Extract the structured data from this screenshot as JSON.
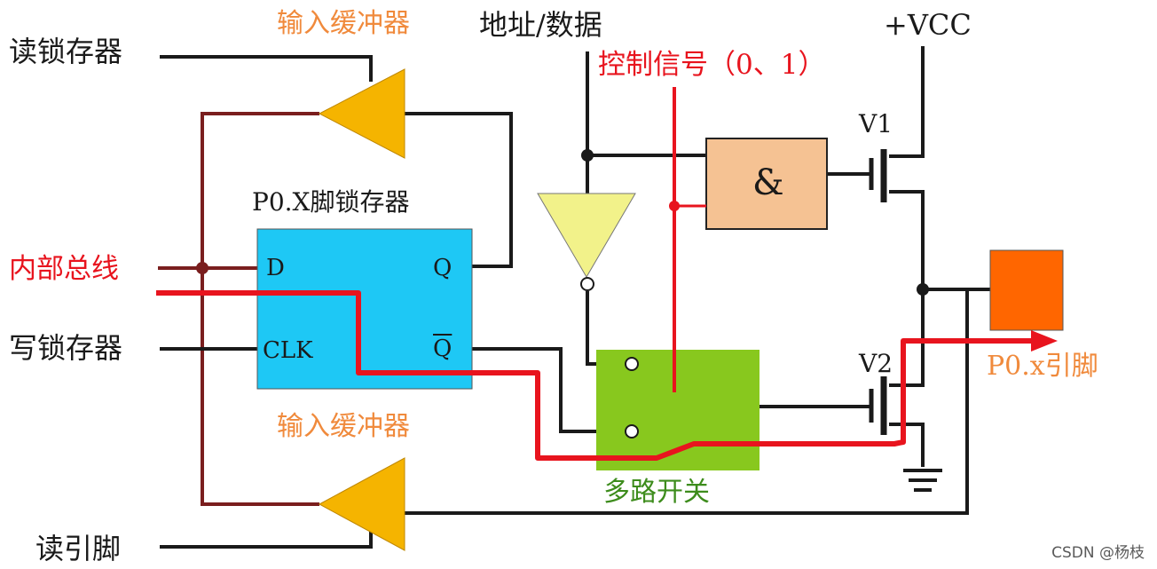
{
  "labels": {
    "read_latch": "读锁存器",
    "internal_bus": "内部总线",
    "write_latch": "写锁存器",
    "read_pin": "读引脚",
    "input_buffer_top": "输入缓冲器",
    "input_buffer_bottom": "输入缓冲器",
    "addr_data": "地址/数据",
    "control_signal": "控制信号（0、1）",
    "vcc": "+VCC",
    "latch_title": "P0.X脚锁存器",
    "mux": "多路开关",
    "v1": "V1",
    "v2": "V2",
    "pin_out": "P0.x引脚",
    "and_gate": "&",
    "latch_d": "D",
    "latch_clk": "CLK",
    "latch_q": "Q",
    "latch_qbar": "Q"
  },
  "watermark": "CSDN @杨枝",
  "colors": {
    "wire": "#1a1a1a",
    "bus_wire": "#7a1e1e",
    "signal": "#e8141e",
    "buffer": "#f5b400",
    "inverter": "#f2f28a",
    "latch": "#1ec8f5",
    "and_gate": "#f5c293",
    "mux": "#88c81e",
    "pin": "#ff6600"
  }
}
